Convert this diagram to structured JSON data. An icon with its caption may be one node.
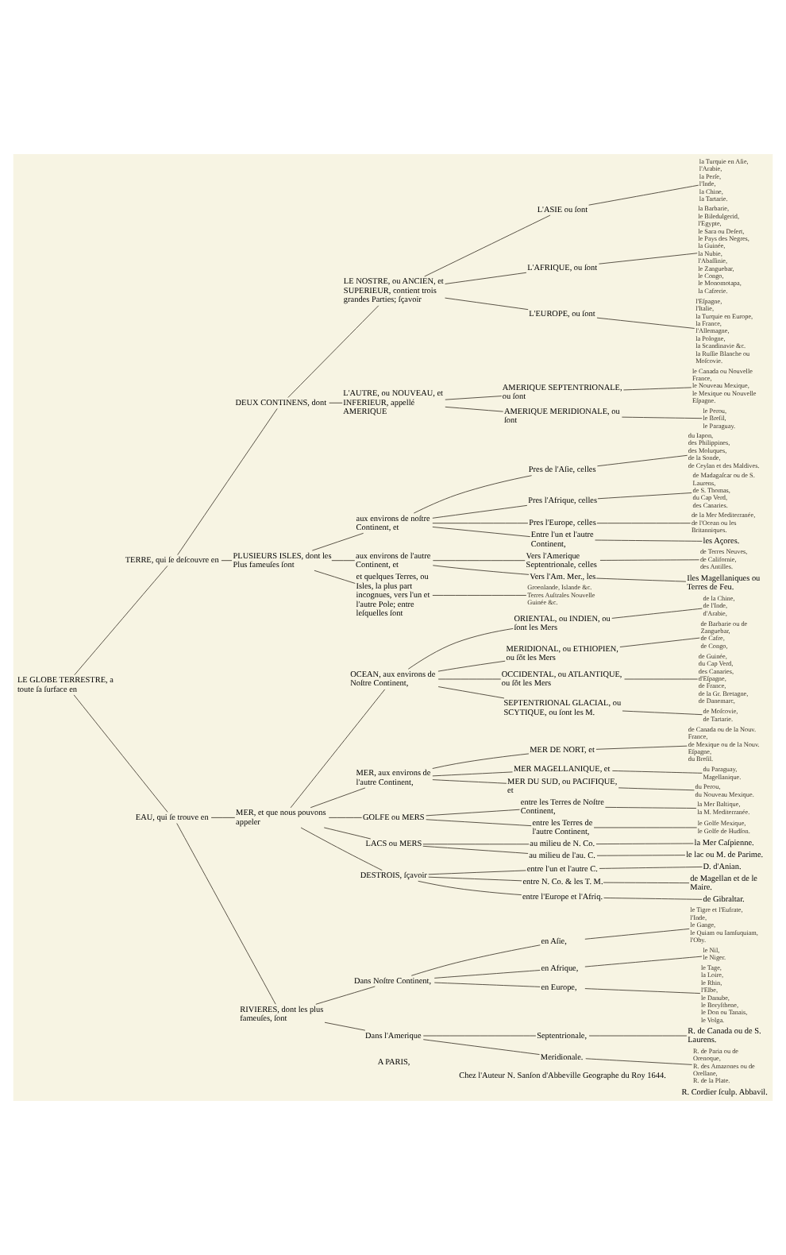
{
  "diagram": {
    "nodes": [
      {
        "text": [
          "LE GLOBE TERRESTRE, a toute ſa ſurface en"
        ]
      },
      {
        "text": [
          "TERRE, qui ſe deſcouvre en"
        ]
      },
      {
        "text": [
          "DEUX CONTINENS, dont"
        ]
      },
      {
        "text": [
          "LE NOSTRE, ou ANCIEN, et SUPERIEUR, contient trois grandes Parties; ſçavoir"
        ]
      },
      {
        "text": [
          "L'ASIE ou ſont"
        ]
      },
      {
        "text": [
          "la Turquie en Aſie,",
          "l'Arabie,",
          "la Perſe,",
          "l'Inde,",
          "la Chine,",
          "la Tartarie."
        ]
      },
      {
        "text": [
          "L'AFRIQUE, ou ſont"
        ]
      },
      {
        "text": [
          "la Barbarie,",
          "le Biledulgerid,",
          "l'Egypte,",
          "le Sara ou Deſert,",
          "le Pays des Negres,",
          "la Guinée,",
          "la Nubie,",
          "l'Abaſſinie,",
          "le Zanguebar,",
          "le Congo,",
          "le Monomotapa,",
          "la Cafrerie."
        ]
      },
      {
        "text": [
          "L'EUROPE, ou ſont"
        ]
      },
      {
        "text": [
          "l'Eſpagne,",
          "l'Italie,",
          "la Turquie en Europe,",
          "la France,",
          "l'Allemagne,",
          "la Pologne,",
          "la Scandinavie &c.",
          "la Ruſſie Blanche ou Moſcovie."
        ]
      },
      {
        "text": [
          "L'AUTRE, ou NOUVEAU, et INFERIEUR, appellé AMERIQUE"
        ]
      },
      {
        "text": [
          "AMERIQUE SEPTENTRIONALE, ou ſont"
        ]
      },
      {
        "text": [
          "le Canada ou Nouvelle France,",
          "le Nouveau Mexique,",
          "le Mexique ou Nouvelle Eſpagne."
        ]
      },
      {
        "text": [
          "AMERIQUE MERIDIONALE, ou ſont"
        ]
      },
      {
        "text": [
          "le Perou,",
          "le Breſil,",
          "le Paraguay."
        ]
      },
      {
        "text": [
          "PLUSIEURS ISLES, dont les Plus fameuſes ſont"
        ]
      },
      {
        "text": [
          "aux environs de noſtre Continent, et"
        ]
      },
      {
        "text": [
          "Pres de l'Aſie, celles"
        ]
      },
      {
        "text": [
          "du Iapon,",
          "des Philippines,",
          "des Moluques,",
          "de la Sonde,",
          "de Ceylan et des Maldives."
        ]
      },
      {
        "text": [
          "Pres l'Afrique, celles"
        ]
      },
      {
        "text": [
          "de Madagaſcar ou de S. Laurens,",
          "de S. Thomas,",
          "du Cap Verd,",
          "des Canaries."
        ]
      },
      {
        "text": [
          "Pres l'Europe, celles"
        ]
      },
      {
        "text": [
          "de la Mer Mediterranée,",
          "de l'Ocean ou les Britanniques."
        ]
      },
      {
        "text": [
          "Entre l'un et l'autre Continent,"
        ]
      },
      {
        "text": [
          "les Açores."
        ]
      },
      {
        "text": [
          "aux environs de l'autre Continent, et"
        ]
      },
      {
        "text": [
          "Vers l'Amerique Septentrionale, celles"
        ]
      },
      {
        "text": [
          "de Terres Neuves,",
          "de Californie,",
          "des Antilles."
        ]
      },
      {
        "text": [
          "Vers l'Am. Mer., les"
        ]
      },
      {
        "text": [
          "Iles Magellaniques ou Terres de Feu."
        ]
      },
      {
        "text": [
          "et quelques Terres, ou Isles, la plus part incognues, vers l'un et l'autre Pole; entre leſquelles ſont"
        ]
      },
      {
        "text": [
          "Groenlande, Islande &c.",
          "Terres Auſtrales Nouvelle Guinée &c."
        ]
      },
      {
        "text": [
          "EAU, qui ſe trouve en"
        ]
      },
      {
        "text": [
          "MER, et que nous pouvons appeler"
        ]
      },
      {
        "text": [
          "OCEAN, aux environs de Noſtre Continent,"
        ]
      },
      {
        "text": [
          "ORIENTAL, ou INDIEN, ou ſont les Mers"
        ]
      },
      {
        "text": [
          "de la Chine,",
          "de l'Inde,",
          "d'Arabie,"
        ]
      },
      {
        "text": [
          "MERIDIONAL, ou ETHIOPIEN, ou ſõt les Mers"
        ]
      },
      {
        "text": [
          "de Barbarie ou de Zanguebar,",
          "de Cafre,",
          "de Congo,"
        ]
      },
      {
        "text": [
          "OCCIDENTAL, ou ATLANTIQUE, ou ſõt les Mers"
        ]
      },
      {
        "text": [
          "de Guinée,",
          "du Cap Verd,",
          "des Canaries,",
          "d'Eſpagne,",
          "de France,",
          "de la Gr. Bretagne,",
          "de Danemarc,"
        ]
      },
      {
        "text": [
          "SEPTENTRIONAL GLACIAL, ou SCYTIQUE, ou ſont les M."
        ]
      },
      {
        "text": [
          "de Moſcovie,",
          "de Tartarie."
        ]
      },
      {
        "text": [
          "MER, aux environs de l'autre Continent,"
        ]
      },
      {
        "text": [
          "MER DE NORT, et"
        ]
      },
      {
        "text": [
          "de Canada ou de la Nouv. France,",
          "de Mexique ou de la Nouv. Eſpagne,",
          "du Breſil."
        ]
      },
      {
        "text": [
          "MER MAGELLANIQUE, et"
        ]
      },
      {
        "text": [
          "du Paraguay,",
          "Magellanique."
        ]
      },
      {
        "text": [
          "MER DU SUD, ou PACIFIQUE, et"
        ]
      },
      {
        "text": [
          "du Perou,",
          "du Nouveau Mexique."
        ]
      },
      {
        "text": [
          "GOLFE ou MERS"
        ]
      },
      {
        "text": [
          "entre les Terres de Noſtre Continent,"
        ]
      },
      {
        "text": [
          "la Mer Baltique,",
          "la M. Mediterranée."
        ]
      },
      {
        "text": [
          "entre les Terres de l'autre Continent,"
        ]
      },
      {
        "text": [
          "le Golfe Mexique,",
          "le Golfe de Hudſon."
        ]
      },
      {
        "text": [
          "LACS ou MERS"
        ]
      },
      {
        "text": [
          "au milieu de N. Co."
        ]
      },
      {
        "text": [
          "la Mer Caſpienne."
        ]
      },
      {
        "text": [
          "au milieu de l'au. C."
        ]
      },
      {
        "text": [
          "le lac ou M. de Parime."
        ]
      },
      {
        "text": [
          "DESTROIS, ſçavoir"
        ]
      },
      {
        "text": [
          "entre l'un et l'autre C."
        ]
      },
      {
        "text": [
          "D. d'Anian."
        ]
      },
      {
        "text": [
          "entre N. Co. & les T. M."
        ]
      },
      {
        "text": [
          "de Magellan et de le Maire."
        ]
      },
      {
        "text": [
          "entre l'Europe et l'Afriq."
        ]
      },
      {
        "text": [
          "de Gibraltar."
        ]
      },
      {
        "text": [
          "RIVIERES, dont les plus fameuſes, ſont"
        ]
      },
      {
        "text": [
          "Dans Noſtre Continent,"
        ]
      },
      {
        "text": [
          "en Aſie,"
        ]
      },
      {
        "text": [
          "le Tigre et l'Eufrate,",
          "l'Inde,",
          "le Gange,",
          "le Quiam ou Iamſuquiam,",
          "l'Oby."
        ]
      },
      {
        "text": [
          "en Afrique,"
        ]
      },
      {
        "text": [
          "le Nil,",
          "le Niger."
        ]
      },
      {
        "text": [
          "en Europe,"
        ]
      },
      {
        "text": [
          "le Tage,",
          "la Loire,",
          "le Rhin,",
          "l'Elbe,",
          "le Danube,",
          "le Boryſthene,",
          "le Don ou Tanais,",
          "le Volga."
        ]
      },
      {
        "text": [
          "Dans l'Amerique"
        ]
      },
      {
        "text": [
          "Septentrionale,"
        ]
      },
      {
        "text": [
          "R. de Canada ou de S. Laurens."
        ]
      },
      {
        "text": [
          "Meridionale."
        ]
      },
      {
        "text": [
          "R. de Paria ou de Orenoque,",
          "R. des Amazones ou de Orellane,",
          "R. de la Plate."
        ]
      }
    ],
    "edges": [
      {
        "from": 0,
        "to": 1,
        "arrow": "none"
      },
      {
        "from": 1,
        "to": 2,
        "arrow": "none"
      },
      {
        "from": 2,
        "to": 3,
        "arrow": "none"
      },
      {
        "from": 3,
        "to": 4,
        "arrow": "none"
      },
      {
        "from": 4,
        "to": 5,
        "arrow": "none"
      },
      {
        "from": 3,
        "to": 6,
        "arrow": "none"
      },
      {
        "from": 6,
        "to": 7,
        "arrow": "none"
      },
      {
        "from": 3,
        "to": 8,
        "arrow": "none"
      },
      {
        "from": 8,
        "to": 9,
        "arrow": "none"
      },
      {
        "from": 2,
        "to": 10,
        "arrow": "none"
      },
      {
        "from": 10,
        "to": 11,
        "arrow": "none"
      },
      {
        "from": 11,
        "to": 12,
        "arrow": "none"
      },
      {
        "from": 10,
        "to": 13,
        "arrow": "none"
      },
      {
        "from": 13,
        "to": 14,
        "arrow": "none"
      },
      {
        "from": 1,
        "to": 15,
        "arrow": "none"
      },
      {
        "from": 15,
        "to": 16,
        "arrow": "none"
      },
      {
        "from": 16,
        "to": 17,
        "arrow": "none"
      },
      {
        "from": 17,
        "to": 18,
        "arrow": "none"
      },
      {
        "from": 16,
        "to": 19,
        "arrow": "none"
      },
      {
        "from": 19,
        "to": 20,
        "arrow": "none"
      },
      {
        "from": 16,
        "to": 21,
        "arrow": "none"
      },
      {
        "from": 21,
        "to": 22,
        "arrow": "none"
      },
      {
        "from": 16,
        "to": 23,
        "arrow": "none"
      },
      {
        "from": 23,
        "to": 24,
        "arrow": "none"
      },
      {
        "from": 15,
        "to": 25,
        "arrow": "none"
      },
      {
        "from": 25,
        "to": 26,
        "arrow": "none"
      },
      {
        "from": 26,
        "to": 27,
        "arrow": "none"
      },
      {
        "from": 25,
        "to": 28,
        "arrow": "none"
      },
      {
        "from": 28,
        "to": 29,
        "arrow": "none"
      },
      {
        "from": 15,
        "to": 30,
        "arrow": "none"
      },
      {
        "from": 30,
        "to": 31,
        "arrow": "none"
      },
      {
        "from": 0,
        "to": 32,
        "arrow": "none"
      },
      {
        "from": 32,
        "to": 33,
        "arrow": "none"
      },
      {
        "from": 33,
        "to": 34,
        "arrow": "none"
      },
      {
        "from": 34,
        "to": 35,
        "arrow": "none"
      },
      {
        "from": 35,
        "to": 36,
        "arrow": "none"
      },
      {
        "from": 34,
        "to": 37,
        "arrow": "none"
      },
      {
        "from": 37,
        "to": 38,
        "arrow": "none"
      },
      {
        "from": 34,
        "to": 39,
        "arrow": "none"
      },
      {
        "from": 39,
        "to": 40,
        "arrow": "none"
      },
      {
        "from": 34,
        "to": 41,
        "arrow": "none"
      },
      {
        "from": 41,
        "to": 42,
        "arrow": "none"
      },
      {
        "from": 33,
        "to": 43,
        "arrow": "none"
      },
      {
        "from": 43,
        "to": 44,
        "arrow": "none"
      },
      {
        "from": 44,
        "to": 45,
        "arrow": "none"
      },
      {
        "from": 43,
        "to": 46,
        "arrow": "none"
      },
      {
        "from": 46,
        "to": 47,
        "arrow": "none"
      },
      {
        "from": 43,
        "to": 48,
        "arrow": "none"
      },
      {
        "from": 48,
        "to": 49,
        "arrow": "none"
      },
      {
        "from": 33,
        "to": 50,
        "arrow": "none"
      },
      {
        "from": 50,
        "to": 51,
        "arrow": "none"
      },
      {
        "from": 51,
        "to": 52,
        "arrow": "none"
      },
      {
        "from": 50,
        "to": 53,
        "arrow": "none"
      },
      {
        "from": 53,
        "to": 54,
        "arrow": "none"
      },
      {
        "from": 33,
        "to": 55,
        "arrow": "none"
      },
      {
        "from": 55,
        "to": 56,
        "arrow": "none"
      },
      {
        "from": 56,
        "to": 57,
        "arrow": "none"
      },
      {
        "from": 55,
        "to": 58,
        "arrow": "none"
      },
      {
        "from": 58,
        "to": 59,
        "arrow": "none"
      },
      {
        "from": 33,
        "to": 60,
        "arrow": "none"
      },
      {
        "from": 60,
        "to": 61,
        "arrow": "none"
      },
      {
        "from": 61,
        "to": 62,
        "arrow": "none"
      },
      {
        "from": 60,
        "to": 63,
        "arrow": "none"
      },
      {
        "from": 63,
        "to": 64,
        "arrow": "none"
      },
      {
        "from": 60,
        "to": 65,
        "arrow": "none"
      },
      {
        "from": 65,
        "to": 66,
        "arrow": "none"
      },
      {
        "from": 32,
        "to": 67,
        "arrow": "none"
      },
      {
        "from": 67,
        "to": 68,
        "arrow": "none"
      },
      {
        "from": 68,
        "to": 69,
        "arrow": "none"
      },
      {
        "from": 69,
        "to": 70,
        "arrow": "none"
      },
      {
        "from": 68,
        "to": 71,
        "arrow": "none"
      },
      {
        "from": 71,
        "to": 72,
        "arrow": "none"
      },
      {
        "from": 68,
        "to": 73,
        "arrow": "none"
      },
      {
        "from": 73,
        "to": 74,
        "arrow": "none"
      },
      {
        "from": 67,
        "to": 75,
        "arrow": "none"
      },
      {
        "from": 75,
        "to": 76,
        "arrow": "none"
      },
      {
        "from": 76,
        "to": 77,
        "arrow": "none"
      },
      {
        "from": 75,
        "to": 78,
        "arrow": "none"
      },
      {
        "from": 78,
        "to": 79,
        "arrow": "none"
      }
    ],
    "labels": [
      "A PARIS,",
      "Chez l'Auteur N. Sanſon d'Abbeville Geographe du Roy 1644.",
      "R. Cordier ſculp. Abbavil."
    ]
  }
}
